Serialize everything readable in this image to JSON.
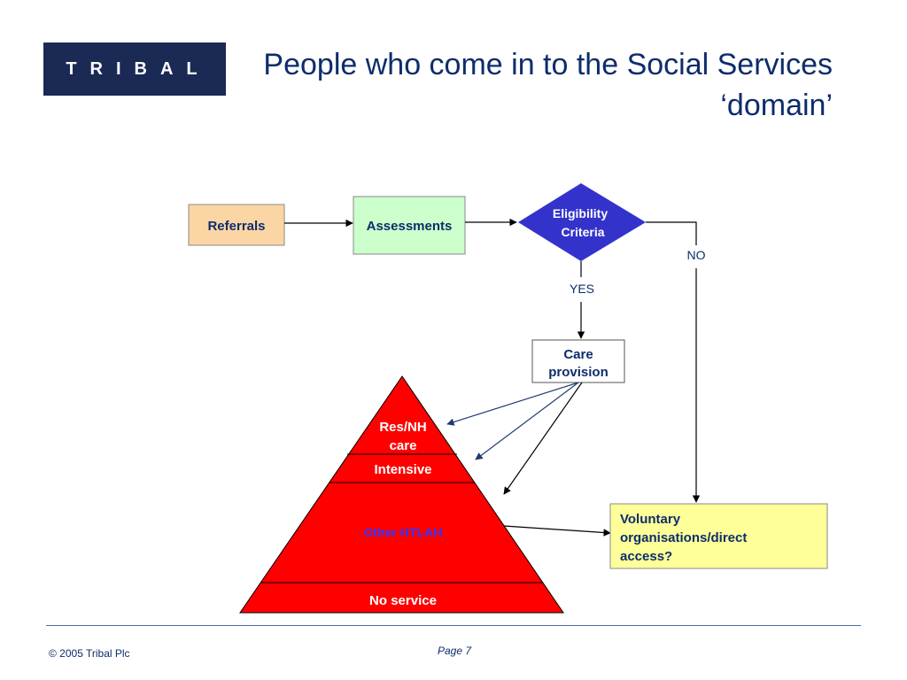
{
  "logo": {
    "text": "TRIBAL"
  },
  "title": {
    "line1": "People who come in to the Social Services",
    "line2": "‘domain’"
  },
  "diagram": {
    "referrals": "Referrals",
    "assessments": "Assessments",
    "eligibility_line1": "Eligibility",
    "eligibility_line2": "Criteria",
    "yes_label": "YES",
    "no_label": "NO",
    "care_line1": "Care",
    "care_line2": "provision",
    "pyramid": {
      "level1_line1": "Res/NH",
      "level1_line2": "care",
      "level2": "Intensive",
      "level3": "Other HTLAH",
      "level4": "No service"
    },
    "voluntary_line1": "Voluntary",
    "voluntary_line2": "organisations/direct",
    "voluntary_line3": "access?"
  },
  "colors": {
    "navy": "#1a2a55",
    "title_blue": "#0d2d6b",
    "referrals_fill": "#fcd5a4",
    "assessments_fill": "#ccffcc",
    "diamond_fill": "#3333cc",
    "pyramid_red": "#ff0000",
    "voluntary_fill": "#ffff99"
  },
  "footer": {
    "copyright": "© 2005 Tribal Plc",
    "page": "Page 7"
  }
}
